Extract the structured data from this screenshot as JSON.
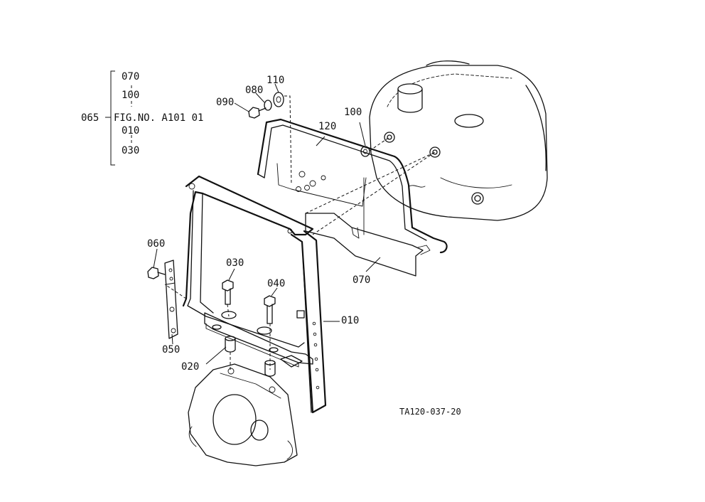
{
  "callouts": {
    "p010": "010",
    "p020": "020",
    "p030": "030",
    "p040": "040",
    "p050": "050",
    "p060": "060",
    "p070": "070",
    "p080": "080",
    "p090": "090",
    "p100": "100",
    "p110": "110",
    "p120": "120"
  },
  "group_ref": {
    "group_no": "065",
    "line1": "070",
    "line2": "100",
    "fig_no": "FIG.NO. A101 01",
    "line4": "010",
    "line5": "030"
  },
  "drawing_code": "TA120-037-20"
}
